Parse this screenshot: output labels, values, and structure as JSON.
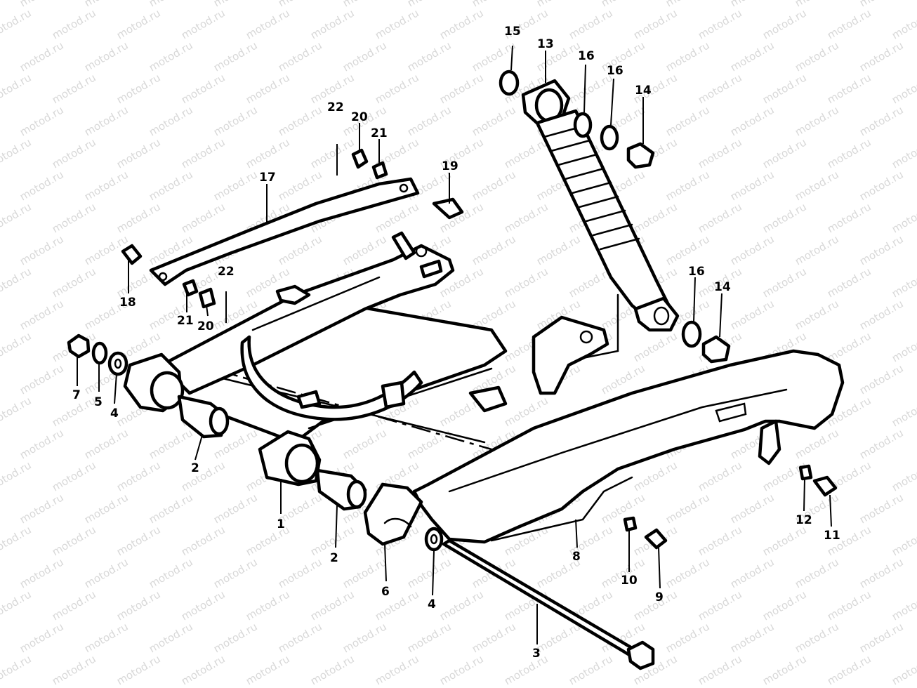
{
  "watermark": "motod.ru",
  "callouts": [
    {
      "id": "c1",
      "text": "1"
    },
    {
      "id": "c2a",
      "text": "2"
    },
    {
      "id": "c2b",
      "text": "2"
    },
    {
      "id": "c3",
      "text": "3"
    },
    {
      "id": "c4a",
      "text": "4"
    },
    {
      "id": "c4b",
      "text": "4"
    },
    {
      "id": "c5",
      "text": "5"
    },
    {
      "id": "c6",
      "text": "6"
    },
    {
      "id": "c7",
      "text": "7"
    },
    {
      "id": "c8",
      "text": "8"
    },
    {
      "id": "c9",
      "text": "9"
    },
    {
      "id": "c10",
      "text": "10"
    },
    {
      "id": "c11",
      "text": "11"
    },
    {
      "id": "c12",
      "text": "12"
    },
    {
      "id": "c13",
      "text": "13"
    },
    {
      "id": "c14a",
      "text": "14"
    },
    {
      "id": "c14b",
      "text": "14"
    },
    {
      "id": "c15",
      "text": "15"
    },
    {
      "id": "c16a",
      "text": "16"
    },
    {
      "id": "c16b",
      "text": "16"
    },
    {
      "id": "c16c",
      "text": "16"
    },
    {
      "id": "c17",
      "text": "17"
    },
    {
      "id": "c18",
      "text": "18"
    },
    {
      "id": "c19",
      "text": "19"
    },
    {
      "id": "c20a",
      "text": "20"
    },
    {
      "id": "c20b",
      "text": "20"
    },
    {
      "id": "c21a",
      "text": "21"
    },
    {
      "id": "c21b",
      "text": "21"
    },
    {
      "id": "c22a",
      "text": "22"
    },
    {
      "id": "c22b",
      "text": "22"
    }
  ]
}
